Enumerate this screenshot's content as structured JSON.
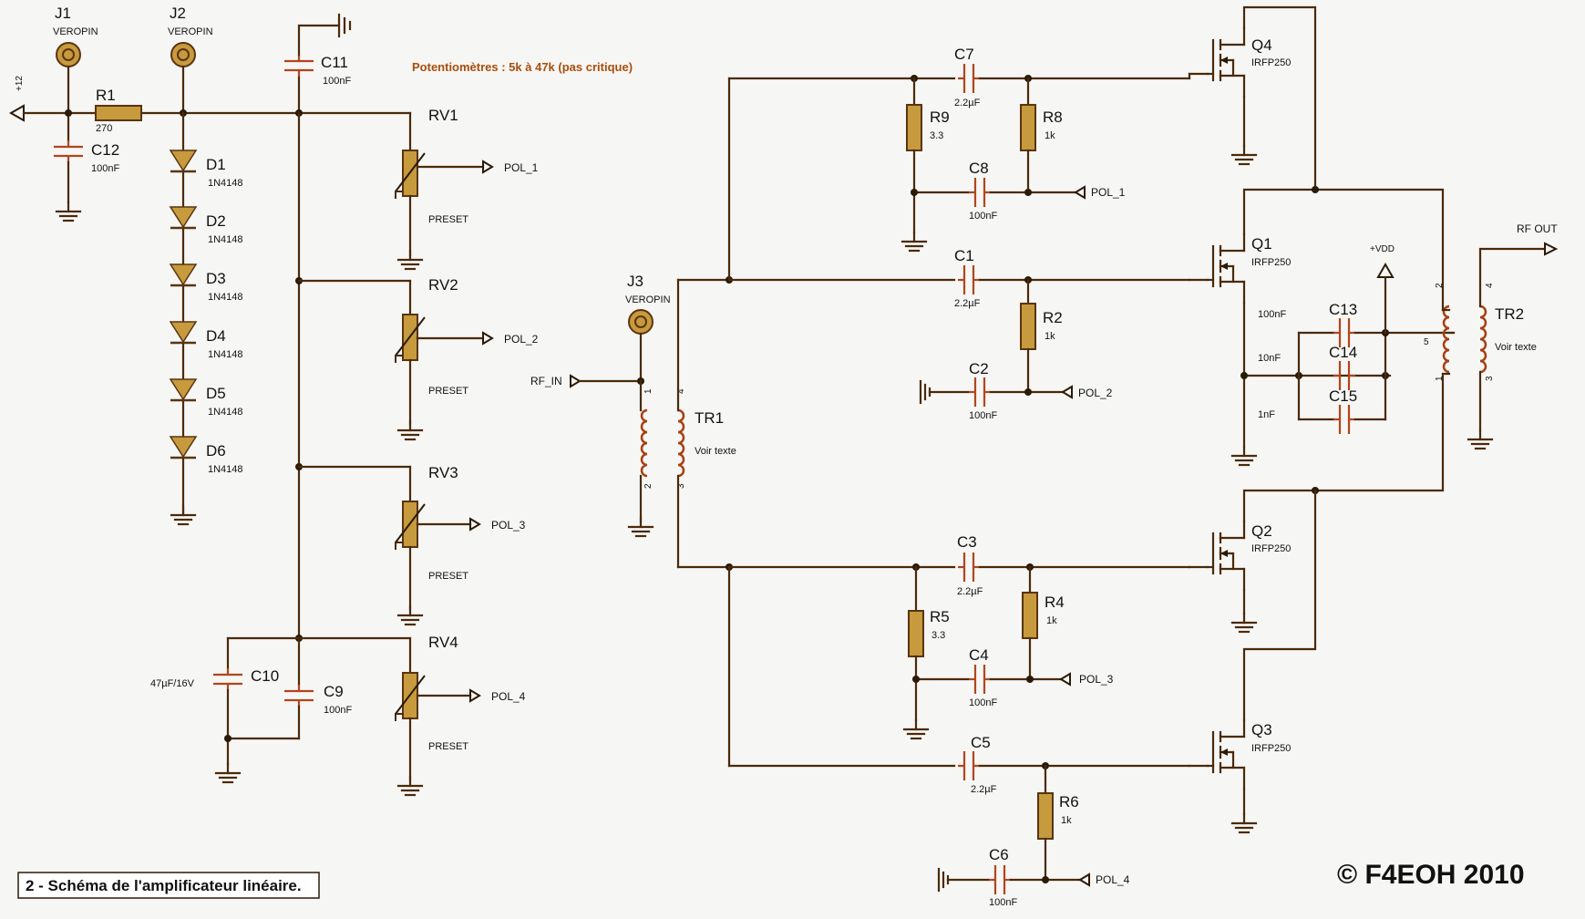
{
  "note": "Potentiomètres : 5k à 47k (pas critique)",
  "caption": "2 - Schéma de l'amplificateur linéaire.",
  "copyright": "© F4EOH 2010",
  "colors": {
    "wire": "#4a2a0a",
    "body": "#c79a3e",
    "lead": "#b0451e",
    "note": "#a84e0c"
  },
  "connectors": [
    {
      "ref": "J1",
      "value": "VEROPIN"
    },
    {
      "ref": "J2",
      "value": "VEROPIN"
    },
    {
      "ref": "J3",
      "value": "VEROPIN"
    }
  ],
  "resistors": [
    {
      "ref": "R1",
      "value": "270"
    },
    {
      "ref": "R2",
      "value": "1k"
    },
    {
      "ref": "R4",
      "value": "1k"
    },
    {
      "ref": "R5",
      "value": "3.3"
    },
    {
      "ref": "R6",
      "value": "1k"
    },
    {
      "ref": "R8",
      "value": "1k"
    },
    {
      "ref": "R9",
      "value": "3.3"
    }
  ],
  "capacitors": [
    {
      "ref": "C1",
      "value": "2.2µF"
    },
    {
      "ref": "C2",
      "value": "100nF"
    },
    {
      "ref": "C3",
      "value": "2.2µF"
    },
    {
      "ref": "C4",
      "value": "100nF"
    },
    {
      "ref": "C5",
      "value": "2.2µF"
    },
    {
      "ref": "C6",
      "value": "100nF"
    },
    {
      "ref": "C7",
      "value": "2.2µF"
    },
    {
      "ref": "C8",
      "value": "100nF"
    },
    {
      "ref": "C9",
      "value": "100nF"
    },
    {
      "ref": "C10",
      "value": "47µF/16V"
    },
    {
      "ref": "C11",
      "value": "100nF"
    },
    {
      "ref": "C12",
      "value": "100nF"
    },
    {
      "ref": "C13",
      "value": "100nF"
    },
    {
      "ref": "C14",
      "value": "10nF"
    },
    {
      "ref": "C15",
      "value": "1nF"
    }
  ],
  "diodes": [
    {
      "ref": "D1",
      "value": "1N4148"
    },
    {
      "ref": "D2",
      "value": "1N4148"
    },
    {
      "ref": "D3",
      "value": "1N4148"
    },
    {
      "ref": "D4",
      "value": "1N4148"
    },
    {
      "ref": "D5",
      "value": "1N4148"
    },
    {
      "ref": "D6",
      "value": "1N4148"
    }
  ],
  "presets": [
    {
      "ref": "RV1",
      "value": "PRESET",
      "net": "POL_1"
    },
    {
      "ref": "RV2",
      "value": "PRESET",
      "net": "POL_2"
    },
    {
      "ref": "RV3",
      "value": "PRESET",
      "net": "POL_3"
    },
    {
      "ref": "RV4",
      "value": "PRESET",
      "net": "POL_4"
    }
  ],
  "transistors": [
    {
      "ref": "Q1",
      "value": "IRFP250"
    },
    {
      "ref": "Q2",
      "value": "IRFP250"
    },
    {
      "ref": "Q3",
      "value": "IRFP250"
    },
    {
      "ref": "Q4",
      "value": "IRFP250"
    }
  ],
  "transformers": [
    {
      "ref": "TR1",
      "value": "Voir texte",
      "pins": [
        "1",
        "2",
        "3",
        "4"
      ]
    },
    {
      "ref": "TR2",
      "value": "Voir texte",
      "pins": [
        "1",
        "2",
        "3",
        "4",
        "5"
      ]
    }
  ],
  "nets": {
    "supply": "+12",
    "vdd": "+VDD",
    "rf_in": "RF_IN",
    "rf_out": "RF OUT",
    "pol": [
      "POL_1",
      "POL_2",
      "POL_3",
      "POL_4"
    ]
  }
}
